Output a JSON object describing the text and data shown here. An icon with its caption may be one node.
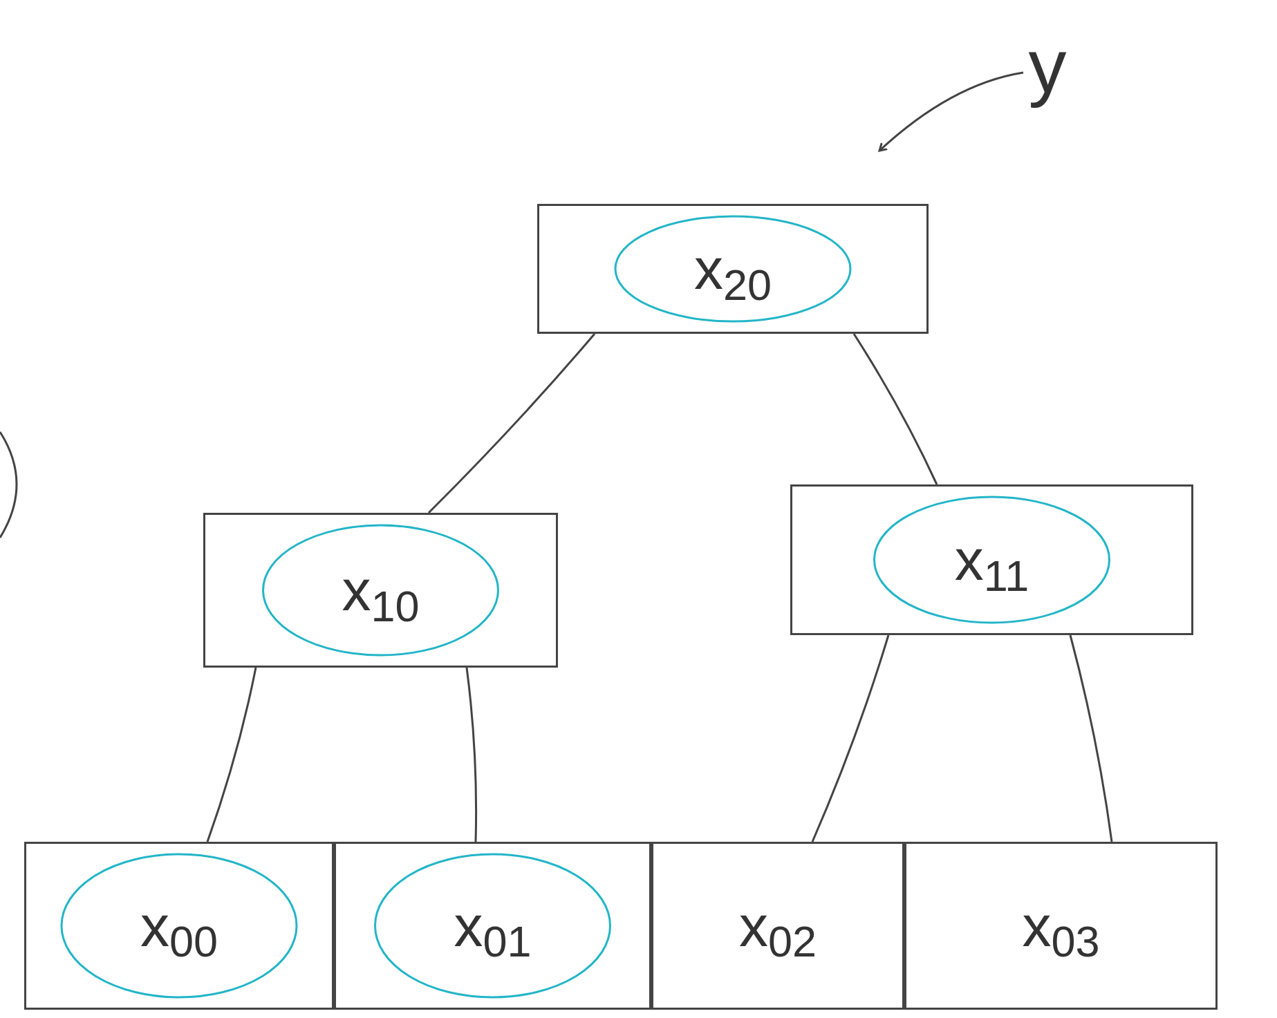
{
  "diagram": {
    "nodes": [
      {
        "text": [
          "x$_{20}$"
        ]
      },
      {
        "text": [
          "x$_{10}$"
        ]
      },
      {
        "text": [
          "x$_{11}$"
        ]
      },
      {
        "text": [
          "x$_{00}$"
        ]
      },
      {
        "text": [
          "x$_{01}$"
        ]
      },
      {
        "text": [
          "x$_{02}$"
        ]
      },
      {
        "text": [
          "x$_{03}$"
        ]
      },
      {
        "text": [
          "y"
        ]
      }
    ],
    "edges": [
      {
        "from": 0,
        "to": 1,
        "arrow": "none"
      },
      {
        "from": 0,
        "to": 2,
        "arrow": "none"
      },
      {
        "from": 1,
        "to": 3,
        "arrow": "none"
      },
      {
        "from": 1,
        "to": 4,
        "arrow": "none"
      },
      {
        "from": 2,
        "to": 5,
        "arrow": "none"
      },
      {
        "from": 2,
        "to": 6,
        "arrow": "none"
      },
      {
        "from": 7,
        "to": null,
        "arrow": "to"
      }
    ]
  }
}
